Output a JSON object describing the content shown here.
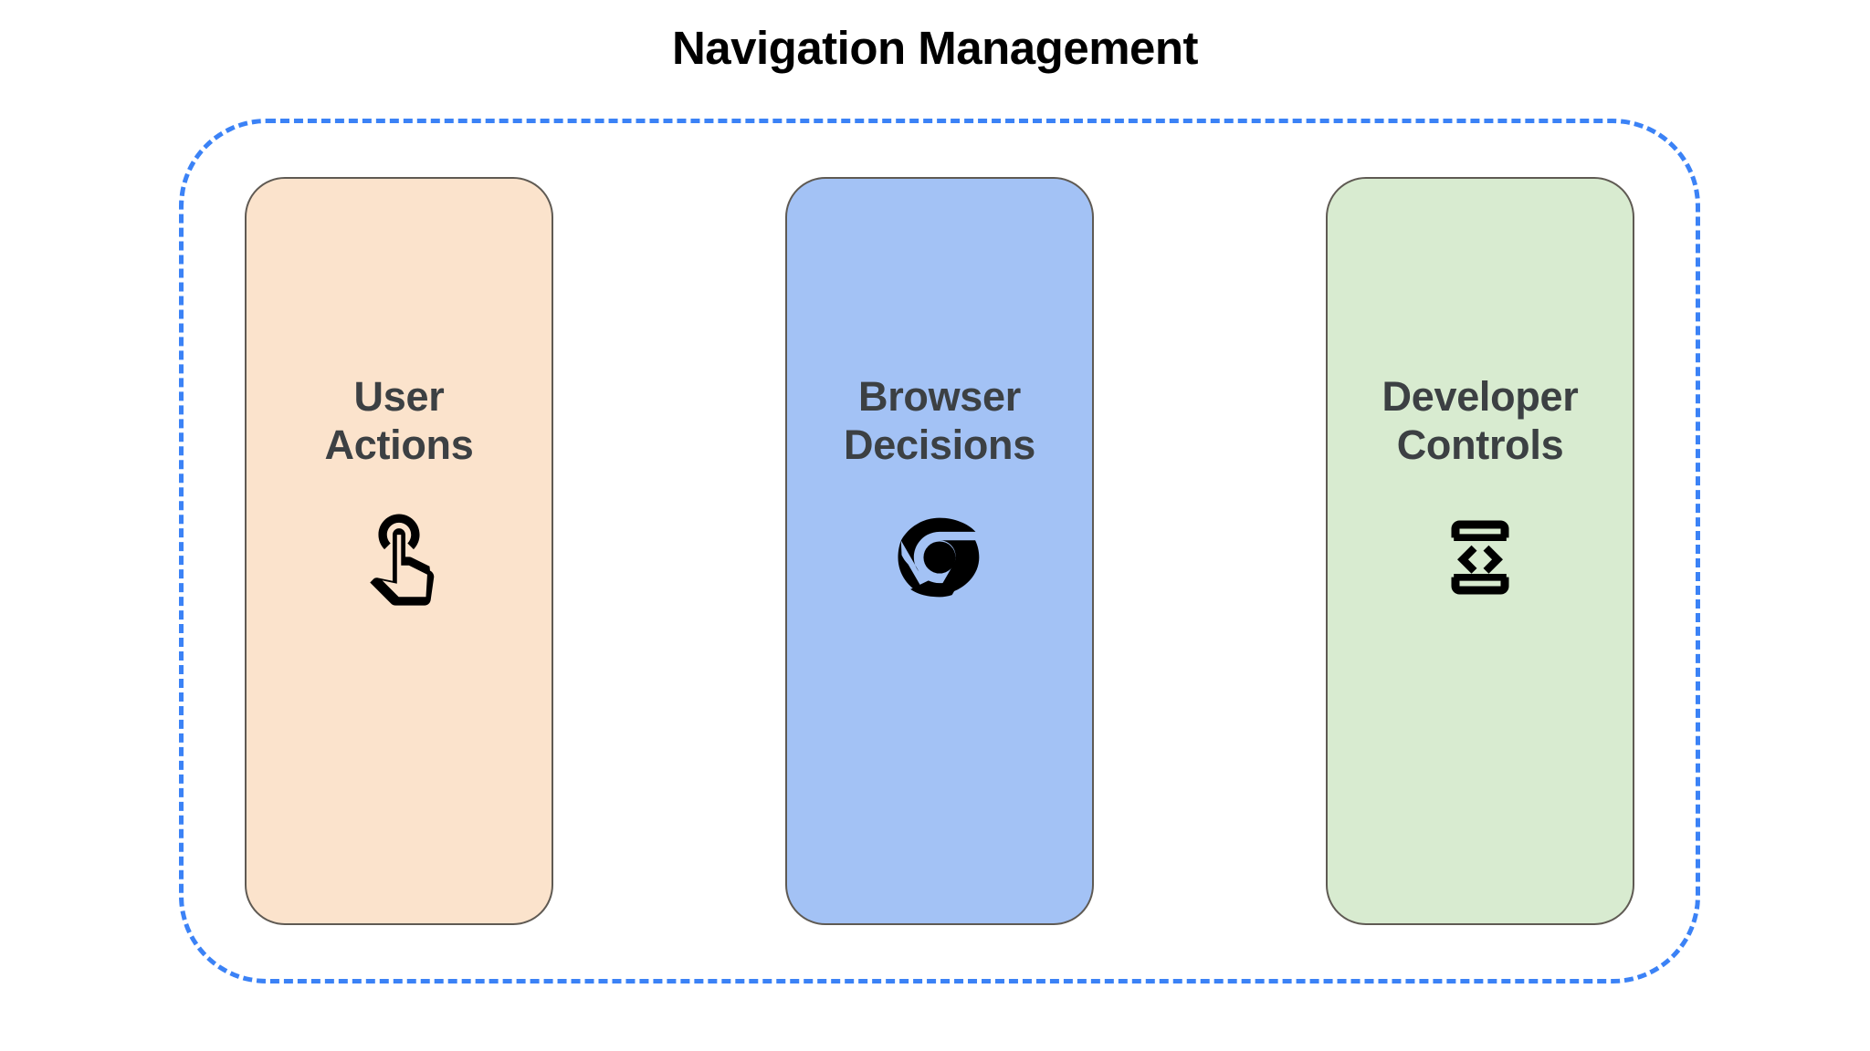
{
  "title": "Navigation Management",
  "container": {
    "border_color": "#3b82f6",
    "border_style": "dashed"
  },
  "cards": [
    {
      "label": "User\nActions",
      "label_line1": "User",
      "label_line2": "Actions",
      "bg_color": "#FBE3CC",
      "border_color": "#5f5a53",
      "text_color": "#3c4043",
      "icon": "touch-app-icon",
      "icon_color": "#000000"
    },
    {
      "label": "Browser\nDecisions",
      "label_line1": "Browser",
      "label_line2": "Decisions",
      "bg_color": "#A3C2F5",
      "border_color": "#5f5a53",
      "text_color": "#3c4043",
      "icon": "chrome-logo-icon",
      "icon_color": "#000000"
    },
    {
      "label": "Developer\nControls",
      "label_line1": "Developer",
      "label_line2": "Controls",
      "bg_color": "#D8EBD0",
      "border_color": "#5f5a53",
      "text_color": "#3c4043",
      "icon": "developer-mode-icon",
      "icon_color": "#000000"
    }
  ]
}
